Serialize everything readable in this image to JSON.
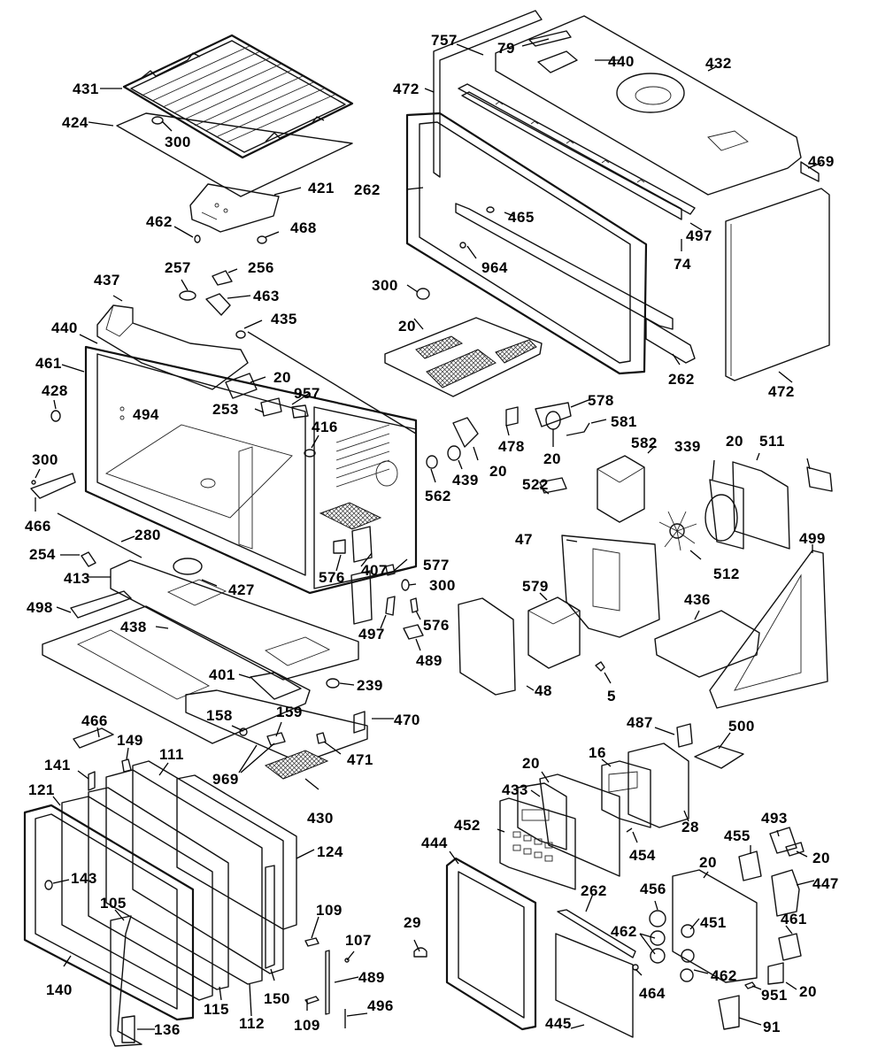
{
  "diagram": {
    "type": "exploded-parts-diagram",
    "subject": "microwave oven",
    "line_color": "#000000",
    "background": "#ffffff",
    "callouts": [
      {
        "id": "c431",
        "label": "431",
        "part": "oven-rack"
      },
      {
        "id": "c424",
        "label": "424",
        "part": "tray-plate"
      },
      {
        "id": "c300a",
        "label": "300",
        "part": "rack-foot"
      },
      {
        "id": "c421",
        "label": "421",
        "part": "rack-support"
      },
      {
        "id": "c462a",
        "label": "462",
        "part": "support-clip"
      },
      {
        "id": "c468",
        "label": "468",
        "part": "support-grommet"
      },
      {
        "id": "c757",
        "label": "757",
        "part": "top-screw"
      },
      {
        "id": "c79",
        "label": "79",
        "part": "top-bracket"
      },
      {
        "id": "c440a",
        "label": "440",
        "part": "top-mount-plate"
      },
      {
        "id": "c432",
        "label": "432",
        "part": "outer-cabinet-top"
      },
      {
        "id": "c472a",
        "label": "472",
        "part": "left-side-panel"
      },
      {
        "id": "c262a",
        "label": "262",
        "part": "front-frame"
      },
      {
        "id": "c469",
        "label": "469",
        "part": "side-bracket"
      },
      {
        "id": "c465",
        "label": "465",
        "part": "frame-clip"
      },
      {
        "id": "c497a",
        "label": "497",
        "part": "vent-strip"
      },
      {
        "id": "c74",
        "label": "74",
        "part": "vent-grille"
      },
      {
        "id": "c964",
        "label": "964",
        "part": "grille-screw"
      },
      {
        "id": "c262b",
        "label": "262",
        "part": "bottom-trim"
      },
      {
        "id": "c472b",
        "label": "472",
        "part": "right-side-panel"
      },
      {
        "id": "c300b",
        "label": "300",
        "part": "knob-cap"
      },
      {
        "id": "c20a",
        "label": "20",
        "part": "electrical-cover"
      },
      {
        "id": "c437",
        "label": "437",
        "part": "light-housing"
      },
      {
        "id": "c257",
        "label": "257",
        "part": "lamp-bulb"
      },
      {
        "id": "c256",
        "label": "256",
        "part": "lamp-socket"
      },
      {
        "id": "c463",
        "label": "463",
        "part": "socket-bracket"
      },
      {
        "id": "c435",
        "label": "435",
        "part": "grommet"
      },
      {
        "id": "c440b",
        "label": "440",
        "part": "light-mount-plate"
      },
      {
        "id": "c461a",
        "label": "461",
        "part": "oven-cavity"
      },
      {
        "id": "c428",
        "label": "428",
        "part": "cavity-cap"
      },
      {
        "id": "c494",
        "label": "494",
        "part": "cavity-screws"
      },
      {
        "id": "c20b",
        "label": "20",
        "part": "thermal-switch"
      },
      {
        "id": "c253",
        "label": "253",
        "part": "sensor"
      },
      {
        "id": "c957",
        "label": "957",
        "part": "sensor-screw"
      },
      {
        "id": "c416",
        "label": "416",
        "part": "fuse-holder"
      },
      {
        "id": "c300c",
        "label": "300",
        "part": "bumper"
      },
      {
        "id": "c466a",
        "label": "466",
        "part": "latch-bracket"
      },
      {
        "id": "c280",
        "label": "280",
        "part": "antenna-shaft"
      },
      {
        "id": "c254",
        "label": "254",
        "part": "coupling"
      },
      {
        "id": "c413",
        "label": "413",
        "part": "base-pan"
      },
      {
        "id": "c427",
        "label": "427",
        "part": "stirrer-motor"
      },
      {
        "id": "c498",
        "label": "498",
        "part": "base-bracket"
      },
      {
        "id": "c438",
        "label": "438",
        "part": "base-shield"
      },
      {
        "id": "c401",
        "label": "401",
        "part": "choke-plate"
      },
      {
        "id": "c239",
        "label": "239",
        "part": "foot"
      },
      {
        "id": "c470",
        "label": "470",
        "part": "bottom-plate"
      },
      {
        "id": "c158",
        "label": "158",
        "part": "cooktop-lamp"
      },
      {
        "id": "c159",
        "label": "159",
        "part": "lamp-holder"
      },
      {
        "id": "c471",
        "label": "471",
        "part": "plate-clip"
      },
      {
        "id": "c969",
        "label": "969",
        "part": "lamp-screws"
      },
      {
        "id": "c430",
        "label": "430",
        "part": "grease-filter"
      },
      {
        "id": "c562",
        "label": "562",
        "part": "terminal"
      },
      {
        "id": "c439",
        "label": "439",
        "part": "thermal-protector"
      },
      {
        "id": "c20c",
        "label": "20",
        "part": "protector-bracket"
      },
      {
        "id": "c478",
        "label": "478",
        "part": "relay"
      },
      {
        "id": "c578",
        "label": "578",
        "part": "capacitor"
      },
      {
        "id": "c581",
        "label": "581",
        "part": "diode"
      },
      {
        "id": "c20d",
        "label": "20",
        "part": "capacitor-clamp"
      },
      {
        "id": "c582",
        "label": "582",
        "part": "transformer"
      },
      {
        "id": "c339",
        "label": "339",
        "part": "fan-shroud"
      },
      {
        "id": "c20e",
        "label": "20",
        "part": "fan-frame"
      },
      {
        "id": "c511",
        "label": "511",
        "part": "fan-motor"
      },
      {
        "id": "c522",
        "label": "522",
        "part": "noise-filter"
      },
      {
        "id": "c47",
        "label": "47",
        "part": "air-guide"
      },
      {
        "id": "c512",
        "label": "512",
        "part": "fan-blade"
      },
      {
        "id": "c499",
        "label": "499",
        "part": "side-brace"
      },
      {
        "id": "c436",
        "label": "436",
        "part": "base-tray"
      },
      {
        "id": "c407",
        "label": "407",
        "part": "door-switch-assembly"
      },
      {
        "id": "c577",
        "label": "577",
        "part": "switch"
      },
      {
        "id": "c300d",
        "label": "300",
        "part": "spacer"
      },
      {
        "id": "c576a",
        "label": "576",
        "part": "interlock-switch"
      },
      {
        "id": "c576b",
        "label": "576",
        "part": "monitor-switch"
      },
      {
        "id": "c497b",
        "label": "497",
        "part": "switch-lever"
      },
      {
        "id": "c489a",
        "label": "489",
        "part": "switch-holder"
      },
      {
        "id": "c579",
        "label": "579",
        "part": "magnetron"
      },
      {
        "id": "c48",
        "label": "48",
        "part": "waveguide-cover"
      },
      {
        "id": "c5",
        "label": "5",
        "part": "thermistor"
      },
      {
        "id": "c487",
        "label": "487",
        "part": "triac"
      },
      {
        "id": "c500",
        "label": "500",
        "part": "power-relay"
      },
      {
        "id": "c466b",
        "label": "466",
        "part": "hinge"
      },
      {
        "id": "c149",
        "label": "149",
        "part": "door-choke"
      },
      {
        "id": "c111",
        "label": "111",
        "part": "door-frame"
      },
      {
        "id": "c141",
        "label": "141",
        "part": "hinge-pin"
      },
      {
        "id": "c121",
        "label": "121",
        "part": "door-glass"
      },
      {
        "id": "c124",
        "label": "124",
        "part": "door-seal"
      },
      {
        "id": "c143",
        "label": "143",
        "part": "door-bumper"
      },
      {
        "id": "c105",
        "label": "105",
        "part": "handle"
      },
      {
        "id": "c140",
        "label": "140",
        "part": "door-panel"
      },
      {
        "id": "c115",
        "label": "115",
        "part": "door-screen"
      },
      {
        "id": "c112",
        "label": "112",
        "part": "inner-door"
      },
      {
        "id": "c150",
        "label": "150",
        "part": "latch-plate"
      },
      {
        "id": "c136",
        "label": "136",
        "part": "handle-cover"
      },
      {
        "id": "c109a",
        "label": "109",
        "part": "door-latch-upper"
      },
      {
        "id": "c107",
        "label": "107",
        "part": "latch-spring-pin"
      },
      {
        "id": "c489b",
        "label": "489",
        "part": "latch-bar"
      },
      {
        "id": "c109b",
        "label": "109",
        "part": "door-latch-lower"
      },
      {
        "id": "c496",
        "label": "496",
        "part": "latch-spring"
      },
      {
        "id": "c29",
        "label": "29",
        "part": "cap"
      },
      {
        "id": "c20f",
        "label": "20",
        "part": "control-board"
      },
      {
        "id": "c16",
        "label": "16",
        "part": "display"
      },
      {
        "id": "c28",
        "label": "28",
        "part": "control-bracket"
      },
      {
        "id": "c433",
        "label": "433",
        "part": "control-circuit"
      },
      {
        "id": "c452",
        "label": "452",
        "part": "touch-panel"
      },
      {
        "id": "c454",
        "label": "454",
        "part": "connector"
      },
      {
        "id": "c444",
        "label": "444",
        "part": "control-frame"
      },
      {
        "id": "c262c",
        "label": "262",
        "part": "trim-bar"
      },
      {
        "id": "c456",
        "label": "456",
        "part": "knob-washer"
      },
      {
        "id": "c462b",
        "label": "462",
        "part": "washers"
      },
      {
        "id": "c464",
        "label": "464",
        "part": "nut"
      },
      {
        "id": "c445",
        "label": "445",
        "part": "control-plate"
      },
      {
        "id": "c493",
        "label": "493",
        "part": "fuse"
      },
      {
        "id": "c20g",
        "label": "20",
        "part": "fuse-clip"
      },
      {
        "id": "c455",
        "label": "455",
        "part": "timer-switch"
      },
      {
        "id": "c20h",
        "label": "20",
        "part": "switch-bracket"
      },
      {
        "id": "c447",
        "label": "447",
        "part": "timer-motor"
      },
      {
        "id": "c451",
        "label": "451",
        "part": "control-chassis"
      },
      {
        "id": "c461b",
        "label": "461",
        "part": "rotary-switch"
      },
      {
        "id": "c462c",
        "label": "462",
        "part": "lower-washers"
      },
      {
        "id": "c951",
        "label": "951",
        "part": "clip"
      },
      {
        "id": "c20i",
        "label": "20",
        "part": "switch-cover"
      },
      {
        "id": "c91",
        "label": "91",
        "part": "mounting-bracket"
      }
    ]
  }
}
